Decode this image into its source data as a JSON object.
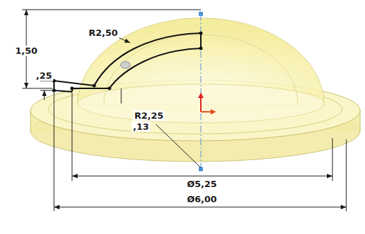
{
  "diagram": {
    "labels": [
      "1,50",
      "R2,50",
      ",25",
      "R2,25",
      ",13",
      "Ø5,25",
      "Ø6,00"
    ]
  }
}
